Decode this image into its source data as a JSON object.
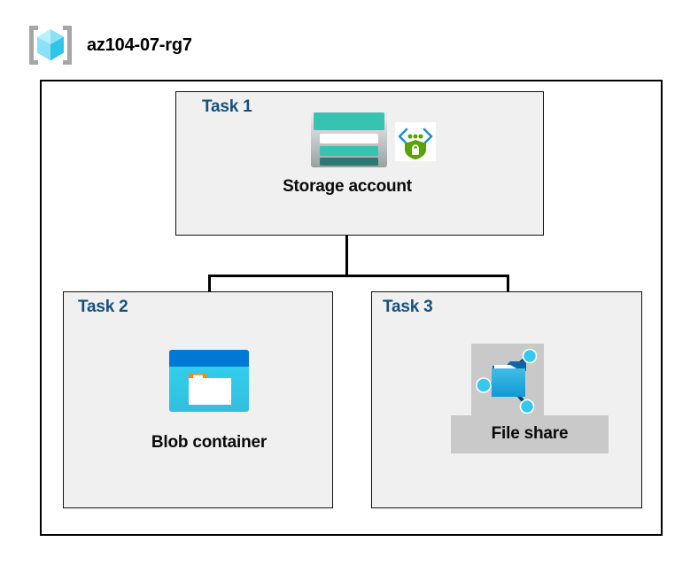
{
  "header": {
    "title": "az104-07-rg7",
    "icon": "resource-group-icon"
  },
  "diagram": {
    "type": "azure-architecture",
    "boundary_name": "resource-group-boundary",
    "tasks": [
      {
        "label": "Task 1",
        "node_caption": "Storage account",
        "icons": [
          "storage-account-icon",
          "secure-transfer-shield-icon"
        ],
        "highlighted": false
      },
      {
        "label": "Task 2",
        "node_caption": "Blob container",
        "icons": [
          "blob-container-icon"
        ],
        "highlighted": false
      },
      {
        "label": "Task 3",
        "node_caption": "File share",
        "icons": [
          "file-share-icon"
        ],
        "highlighted": true
      }
    ]
  },
  "colors": {
    "task_label": "#14517e",
    "boundary_border": "#000000",
    "task_fill": "#f0f0f0",
    "highlight": "#c9c9c9",
    "storage_teal": "#37c2b1",
    "storage_dark_teal": "#2c7873",
    "blob_blue": "#0078d4",
    "blob_cyan": "#32c8f0",
    "blob_orange": "#f7861c",
    "shield_green": "#57a300",
    "node_cyan": "#32c8f0",
    "cube_cyan": "#9cecfb"
  }
}
